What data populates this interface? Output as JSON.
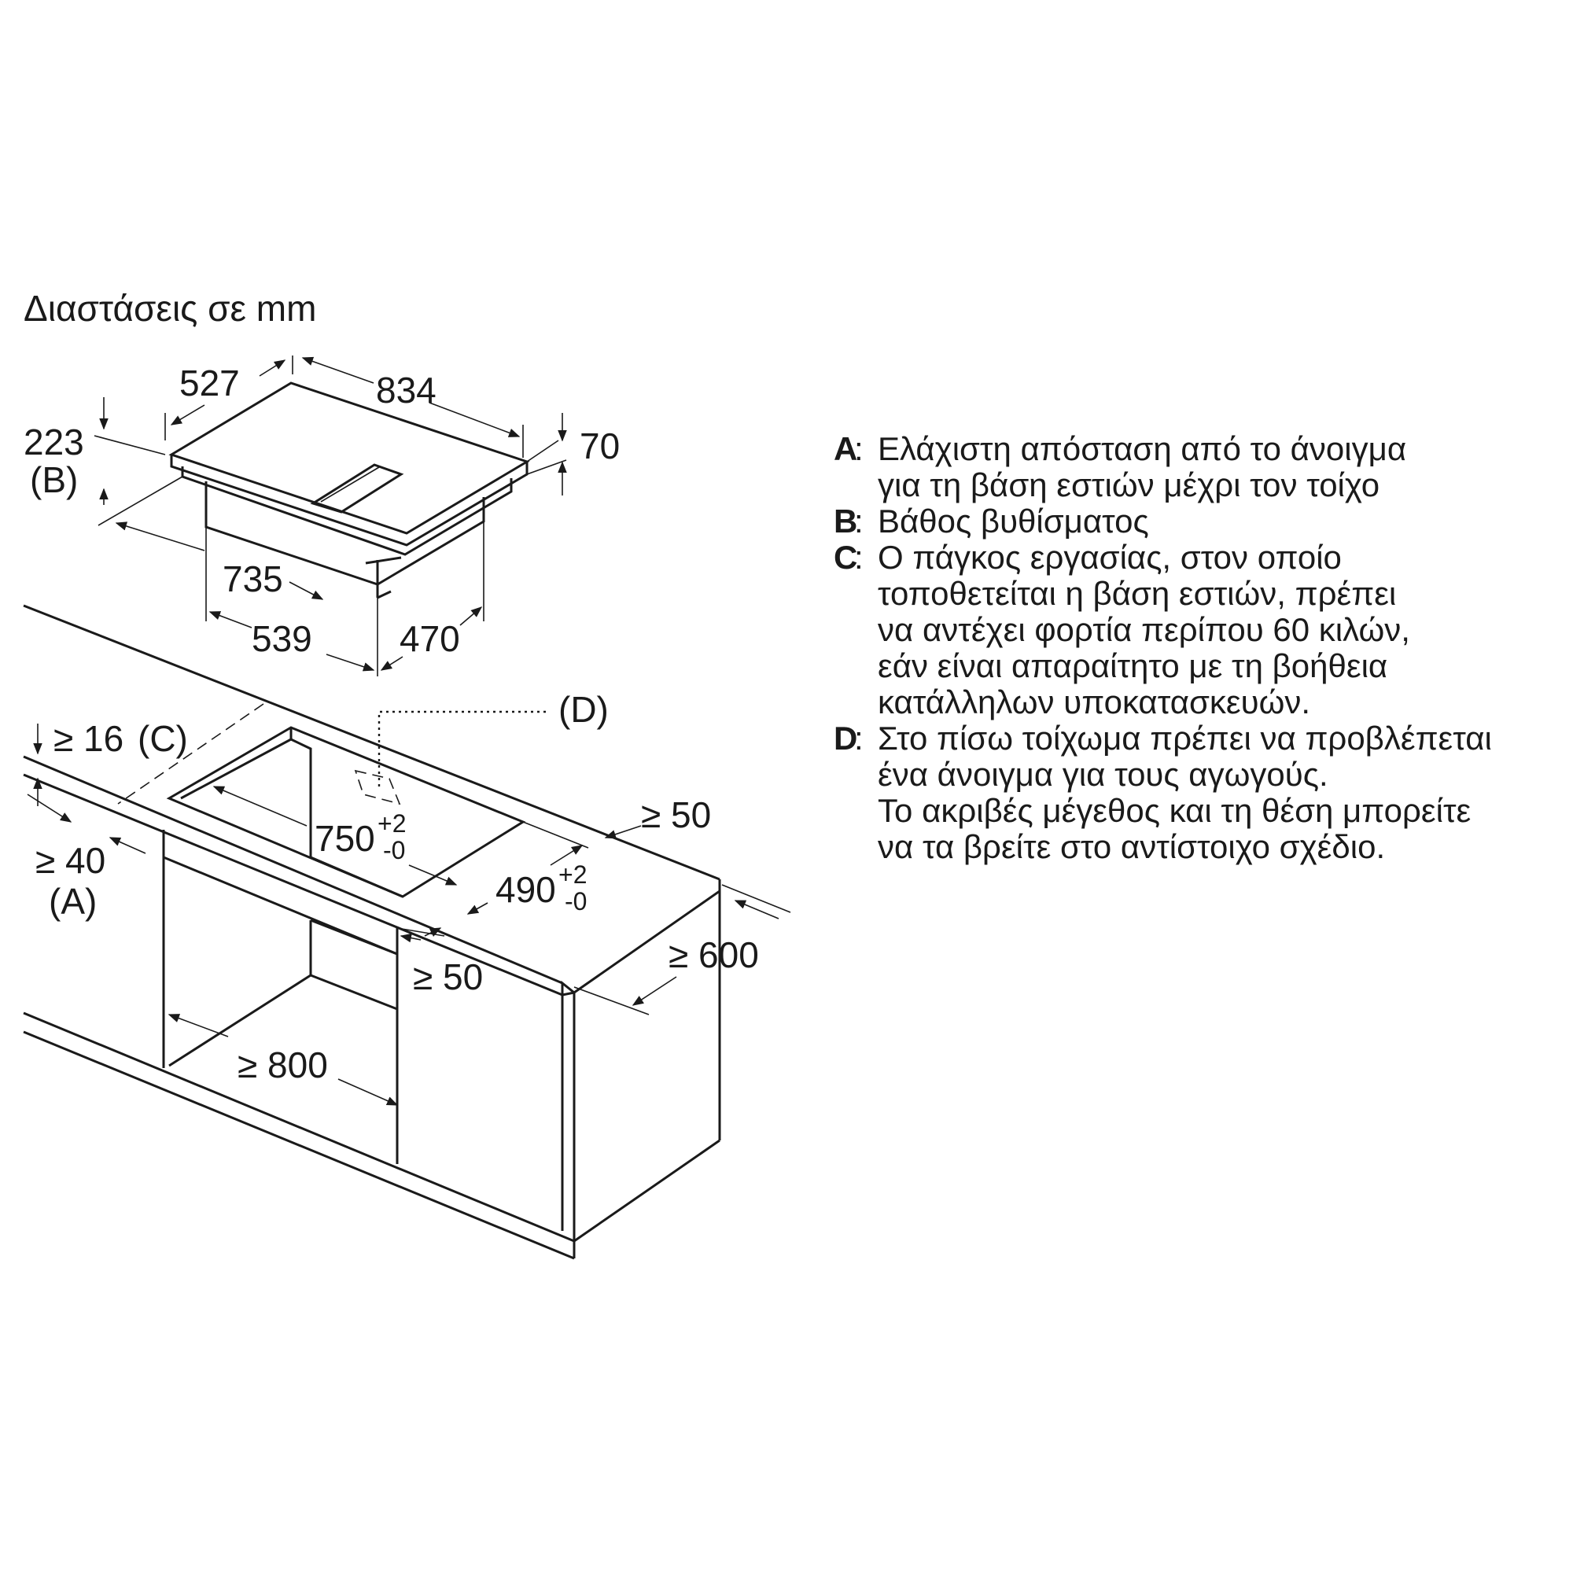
{
  "title": "Διαστάσεις σε mm",
  "hob_dimensions": {
    "width": "834",
    "depth": "527",
    "total_height": "223",
    "height_marker": "(B)",
    "glass_thickness": "70",
    "underside_width": "735",
    "body_width": "539",
    "body_depth": "470"
  },
  "cutout_dimensions": {
    "min_worktop_thickness": "≥ 16",
    "thickness_marker": "(C)",
    "min_front_distance": "≥ 40",
    "front_marker": "(A)",
    "cutout_width": "750",
    "cutout_width_tol_plus": "+2",
    "cutout_width_tol_minus": "-0",
    "cutout_depth": "490",
    "cutout_depth_tol_plus": "+2",
    "cutout_depth_tol_minus": "-0",
    "min_rear_distance": "≥ 50",
    "min_side_distance": "≥ 50",
    "min_cabinet_depth": "≥ 600",
    "min_cabinet_width": "≥ 800",
    "rear_opening_marker": "(D)"
  },
  "legend": [
    {
      "key": "A",
      "text": "Ελάχιστη απόσταση από το άνοιγμα\nγια τη βάση εστιών μέχρι τον τοίχο"
    },
    {
      "key": "B",
      "text": "Βάθος βυθίσματος"
    },
    {
      "key": "C",
      "text": "Ο πάγκος εργασίας, στον οποίο\nτοποθετείται η βάση εστιών, πρέπει\nνα αντέχει φορτία περίπου 60 κιλών,\nεάν είναι απαραίτητο με τη βοήθεια\nκατάλληλων υποκατασκευών."
    },
    {
      "key": "D",
      "text": "Στο πίσω τοίχωμα πρέπει να προβλέπεται\nένα άνοιγμα για τους αγωγούς.\nΤο ακριβές μέγεθος και τη θέση μπορείτε\nνα τα βρείτε στο αντίστοιχο σχέδιο."
    }
  ]
}
